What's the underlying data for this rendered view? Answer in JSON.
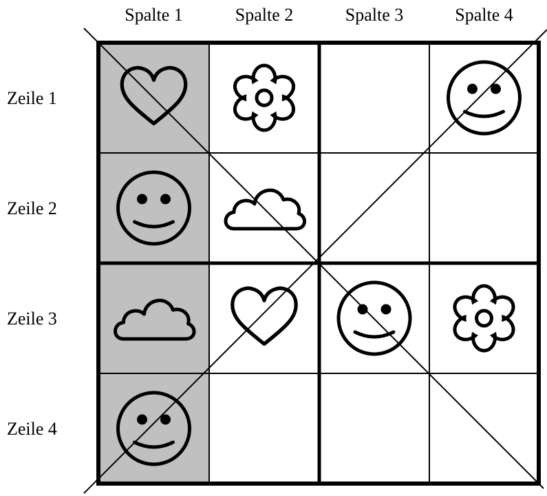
{
  "columns": [
    "Spalte 1",
    "Spalte 2",
    "Spalte 3",
    "Spalte 4"
  ],
  "rows": [
    "Zeile 1",
    "Zeile 2",
    "Zeile 3",
    "Zeile 4"
  ],
  "shaded_column": 1,
  "shade_color": "#c0c0c0",
  "diagonals": true,
  "grid": [
    [
      "heart",
      "flower",
      "",
      "smiley"
    ],
    [
      "smiley",
      "cloud",
      "",
      ""
    ],
    [
      "cloud",
      "heart",
      "smiley",
      "flower"
    ],
    [
      "smiley",
      "",
      "",
      ""
    ]
  ]
}
